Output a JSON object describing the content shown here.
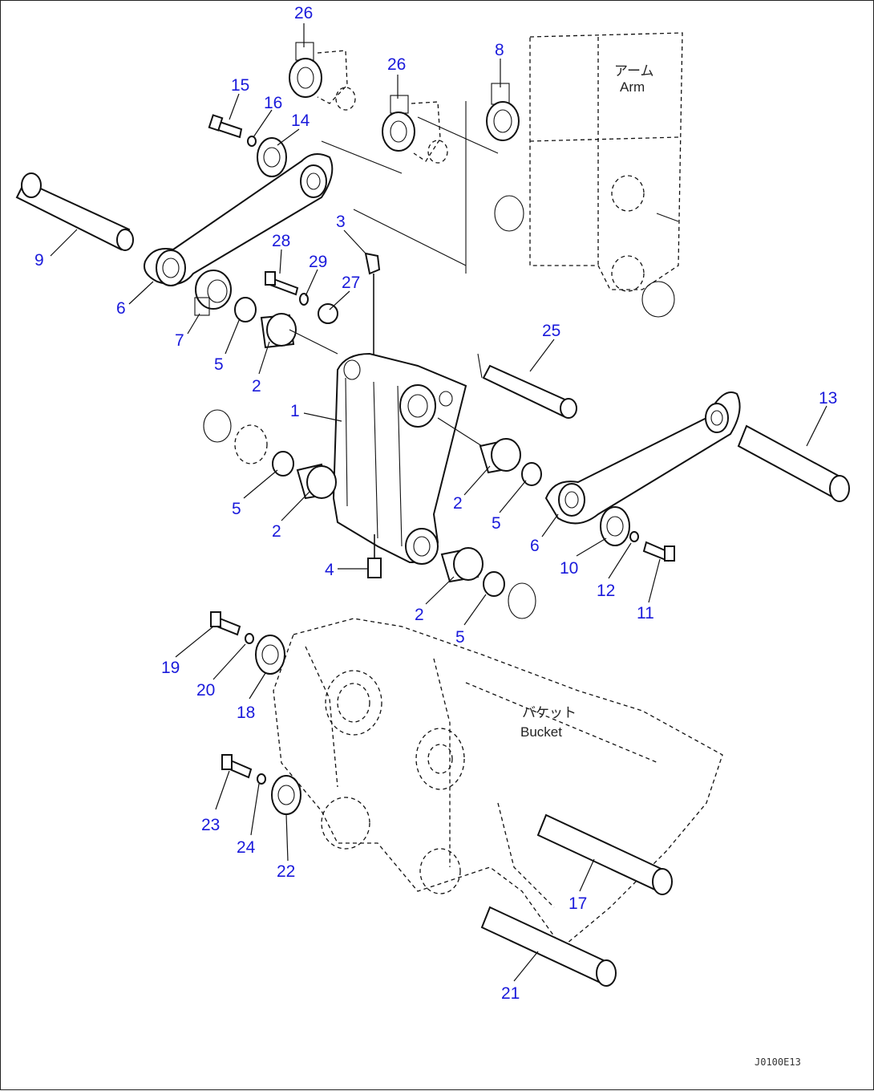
{
  "diagram": {
    "arm_label_jp": "アーム",
    "arm_label_en": "Arm",
    "bucket_label_jp": "バケット",
    "bucket_label_en": "Bucket",
    "drawing_code": "J0100E13",
    "callouts": [
      {
        "id": "c26a",
        "text": "26"
      },
      {
        "id": "c26b",
        "text": "26"
      },
      {
        "id": "c8",
        "text": "8"
      },
      {
        "id": "c15",
        "text": "15"
      },
      {
        "id": "c16",
        "text": "16"
      },
      {
        "id": "c14",
        "text": "14"
      },
      {
        "id": "c3",
        "text": "3"
      },
      {
        "id": "c9",
        "text": "9"
      },
      {
        "id": "c28",
        "text": "28"
      },
      {
        "id": "c29",
        "text": "29"
      },
      {
        "id": "c27",
        "text": "27"
      },
      {
        "id": "c6a",
        "text": "6"
      },
      {
        "id": "c7",
        "text": "7"
      },
      {
        "id": "c5a",
        "text": "5"
      },
      {
        "id": "c2a",
        "text": "2"
      },
      {
        "id": "c25",
        "text": "25"
      },
      {
        "id": "c1",
        "text": "1"
      },
      {
        "id": "c13",
        "text": "13"
      },
      {
        "id": "c5b",
        "text": "5"
      },
      {
        "id": "c2b",
        "text": "2"
      },
      {
        "id": "c2c",
        "text": "2"
      },
      {
        "id": "c5c",
        "text": "5"
      },
      {
        "id": "c6b",
        "text": "6"
      },
      {
        "id": "c4",
        "text": "4"
      },
      {
        "id": "c10",
        "text": "10"
      },
      {
        "id": "c12",
        "text": "12"
      },
      {
        "id": "c11",
        "text": "11"
      },
      {
        "id": "c2d",
        "text": "2"
      },
      {
        "id": "c5d",
        "text": "5"
      },
      {
        "id": "c19",
        "text": "19"
      },
      {
        "id": "c20",
        "text": "20"
      },
      {
        "id": "c18",
        "text": "18"
      },
      {
        "id": "c23",
        "text": "23"
      },
      {
        "id": "c24",
        "text": "24"
      },
      {
        "id": "c22",
        "text": "22"
      },
      {
        "id": "c17",
        "text": "17"
      },
      {
        "id": "c21",
        "text": "21"
      }
    ]
  }
}
